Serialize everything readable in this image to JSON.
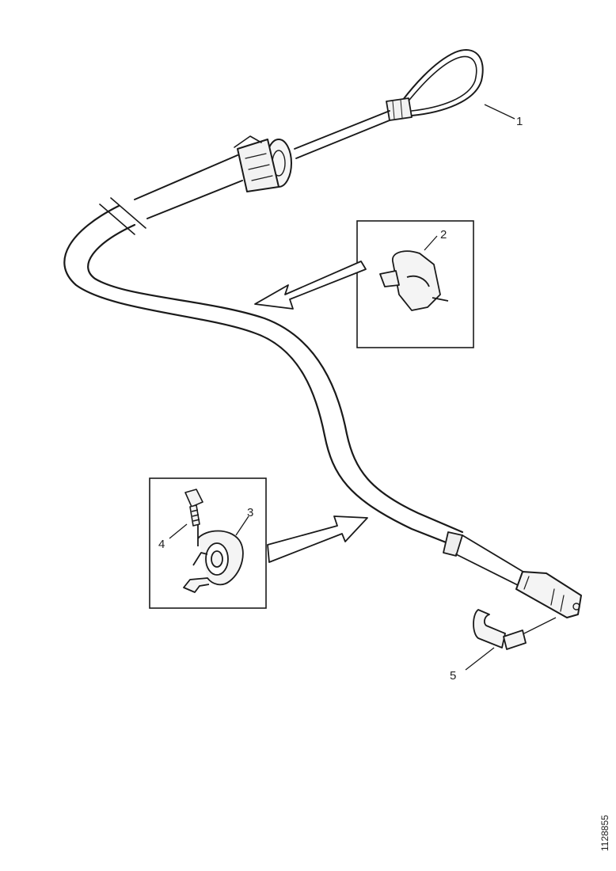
{
  "callouts": {
    "c1": "1",
    "c2": "2",
    "c3": "3",
    "c4": "4",
    "c5": "5"
  },
  "reference_number": "1128855"
}
